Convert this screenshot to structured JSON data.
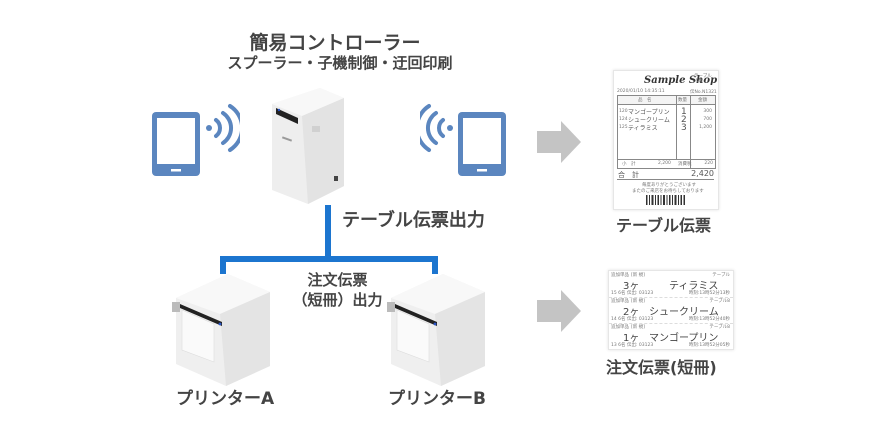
{
  "header": {
    "title": "簡易コントローラー",
    "subtitle": "スプーラー・子機制御・迂回印刷"
  },
  "labels": {
    "table_output": "テーブル伝票出力",
    "order_output_line1": "注文伝票",
    "order_output_line2": "（短冊）出力",
    "printer_a": "プリンターA",
    "printer_b": "プリンターB",
    "table_slip": "テーブル伝票",
    "order_slip": "注文伝票(短冊)"
  },
  "icons": {
    "left_device": "tablet-icon",
    "right_device": "tablet-icon",
    "wireless": "wifi-signal-icon",
    "arrow": "arrow-right-icon"
  },
  "colors": {
    "connector": "#1c75cf",
    "tablet": "#5b86bf",
    "arrow": "#c4c4c4",
    "text": "#444444"
  },
  "table_receipt": {
    "shop": "Sample Shop",
    "table_info": "テーブル 人数",
    "datetime": "2020/01/10 14:35:11",
    "slip_no": "伝No.N1321",
    "col_name": "品　名",
    "col_qty": "数量",
    "col_amount": "金額",
    "items": [
      {
        "code": "120",
        "name": "マンゴープリン",
        "qty": "1",
        "amount": "300"
      },
      {
        "code": "124",
        "name": "シュークリーム",
        "qty": "2",
        "amount": "700"
      },
      {
        "code": "125",
        "name": "ティラミス",
        "qty": "3",
        "amount": "1,200"
      }
    ],
    "subtotal_label": "小　計",
    "subtotal": "2,200",
    "tax_label": "消費税",
    "tax": "220",
    "total_label": "合　計",
    "total": "2,420",
    "thanks1": "毎度ありがとうございます",
    "thanks2": "またのご来店をお待ちしております"
  },
  "order_slips": [
    {
      "header": "[新 規]",
      "qty": "3ヶ",
      "name": "ティラミス",
      "table": "テーブル",
      "footer_left": "15  6名  伝出: 03123",
      "footer_right": "時刻:13時52分13秒"
    },
    {
      "header": "[新 規]",
      "qty": "2ヶ",
      "name": "シュークリーム",
      "table": "テーブル8",
      "footer_left": "14  6名  伝出: 03123",
      "footer_right": "時刻:13時52分40秒"
    },
    {
      "header": "[新 規]",
      "qty": "1ヶ",
      "name": "マンゴープリン",
      "table": "テーブル8",
      "footer_left": "13  6名  伝出: 03123",
      "footer_right": "時刻:13時52分05秒"
    }
  ],
  "order_slip_prefix": "追加単品"
}
